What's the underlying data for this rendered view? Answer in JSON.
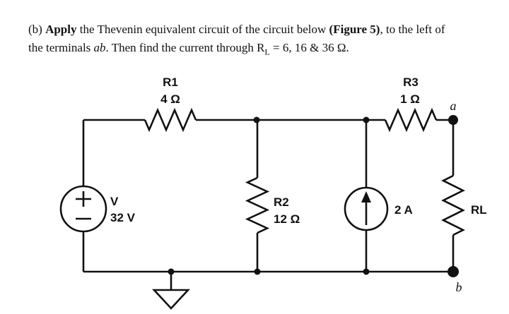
{
  "colors": {
    "background": "#ffffff",
    "ink": "#111111"
  },
  "problem": {
    "prefix": "(b) ",
    "apply_bold": "Apply",
    "mid1": " the Thevenin equivalent circuit of the circuit below ",
    "figure_bold": "(Figure 5)",
    "line1_end": ", to the left of",
    "line2_start": "the terminals ",
    "ab_italic": "ab",
    "mid2": ". Then find the current through R",
    "r_subscript": "L",
    "line2_end": " = 6, 16 & 36 Ω."
  },
  "circuit": {
    "resistors": {
      "r1": {
        "name": "R1",
        "value": "4 Ω"
      },
      "r2": {
        "name": "R2",
        "value": "12 Ω"
      },
      "r3": {
        "name": "R3",
        "value": "1 Ω"
      },
      "rl": {
        "name": "RL"
      }
    },
    "sources": {
      "voltage": {
        "name": "V",
        "value": "32 V",
        "polarity_icons": "plus-icon, minus-icon"
      },
      "current": {
        "value": "2 A",
        "direction_icon": "up-arrow-icon"
      }
    },
    "terminals": {
      "a": "a",
      "b": "b"
    },
    "ground_icon": "ground-icon"
  }
}
